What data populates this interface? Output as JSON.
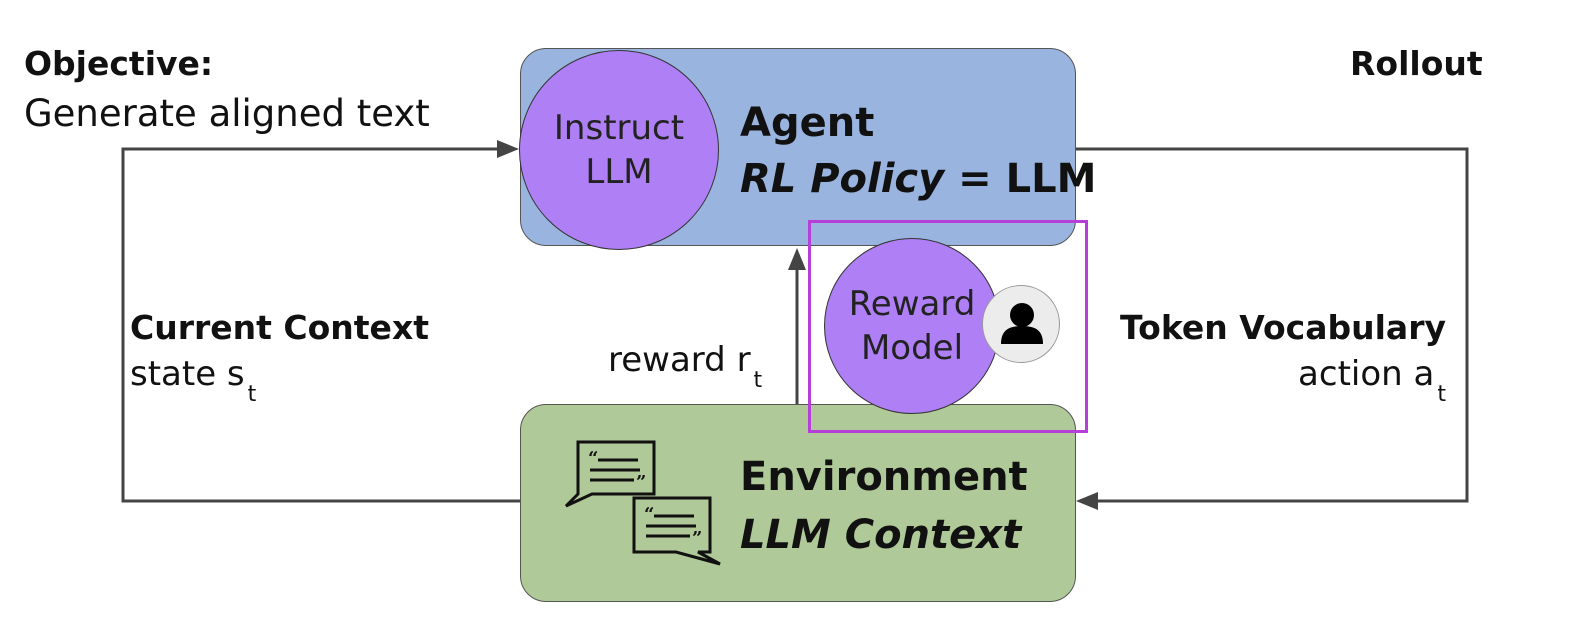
{
  "objective": {
    "heading": "Objective:",
    "text": "Generate aligned text"
  },
  "rollout": "Rollout",
  "agent": {
    "title": "Agent",
    "policy_italic": "RL Policy",
    "policy_rest": " = LLM",
    "model": "Instruct\nLLM"
  },
  "environment": {
    "title": "Environment",
    "subtitle": "LLM Context"
  },
  "reward_model": "Reward\nModel",
  "current_context": {
    "heading": "Current Context",
    "label": "state s",
    "sub": "t"
  },
  "token_vocab": {
    "heading": "Token Vocabulary",
    "label": "action a",
    "sub": "t"
  },
  "reward": {
    "label": "reward r",
    "sub": "t"
  },
  "icons": [
    "speech-bubbles-icon",
    "person-icon"
  ],
  "colors": {
    "agent_fill": "#99b4df",
    "environment_fill": "#b0c998",
    "model_fill": "#af7ff5",
    "highlight_border": "#b53fd8"
  }
}
